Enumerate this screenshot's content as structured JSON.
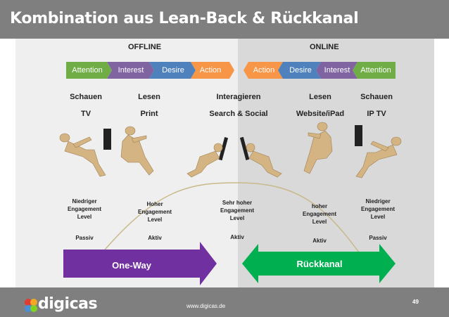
{
  "title": "Kombination aus Lean-Back & Rückkanal",
  "offline_label": "OFFLINE",
  "online_label": "ONLINE",
  "stages": {
    "offline": [
      "Attention",
      "Interest",
      "Desire",
      "Action"
    ],
    "online": [
      "Action",
      "Desire",
      "Interest",
      "Attention"
    ]
  },
  "stage_colors": {
    "attention": "#70ad47",
    "interest": "#8064a2",
    "desire": "#4f81bd",
    "action": "#f79646"
  },
  "columns": [
    {
      "activity": "Schauen",
      "medium": "TV",
      "engagement": [
        "Niedriger",
        "Engagement",
        "Level"
      ],
      "mode": "Passiv"
    },
    {
      "activity": "Lesen",
      "medium": "Print",
      "engagement": [
        "Hoher",
        "Engagement",
        "Level"
      ],
      "mode": "Aktiv"
    },
    {
      "activity": "Interagieren",
      "medium": "Search & Social",
      "engagement": [
        "Sehr hoher",
        "Engagement",
        "Level"
      ],
      "mode": "Aktiv"
    },
    {
      "activity": "Lesen",
      "medium": "Website/iPad",
      "engagement": [
        "hoher",
        "Engagement",
        "Level"
      ],
      "mode": "Aktiv"
    },
    {
      "activity": "Schauen",
      "medium": "IP TV",
      "engagement": [
        "Niedriger",
        "Engagement",
        "Level"
      ],
      "mode": "Passiv"
    }
  ],
  "arrows": {
    "one_way": "One-Way",
    "one_way_color": "#7030a0",
    "back_channel": "Rückkanal",
    "back_channel_color": "#00b050"
  },
  "footer": {
    "logo": "digicas",
    "url": "www.digicas.de",
    "page": "49"
  },
  "icons": [
    "person-watching-tv-icon",
    "person-reading-icon",
    "person-at-computer-icon"
  ]
}
